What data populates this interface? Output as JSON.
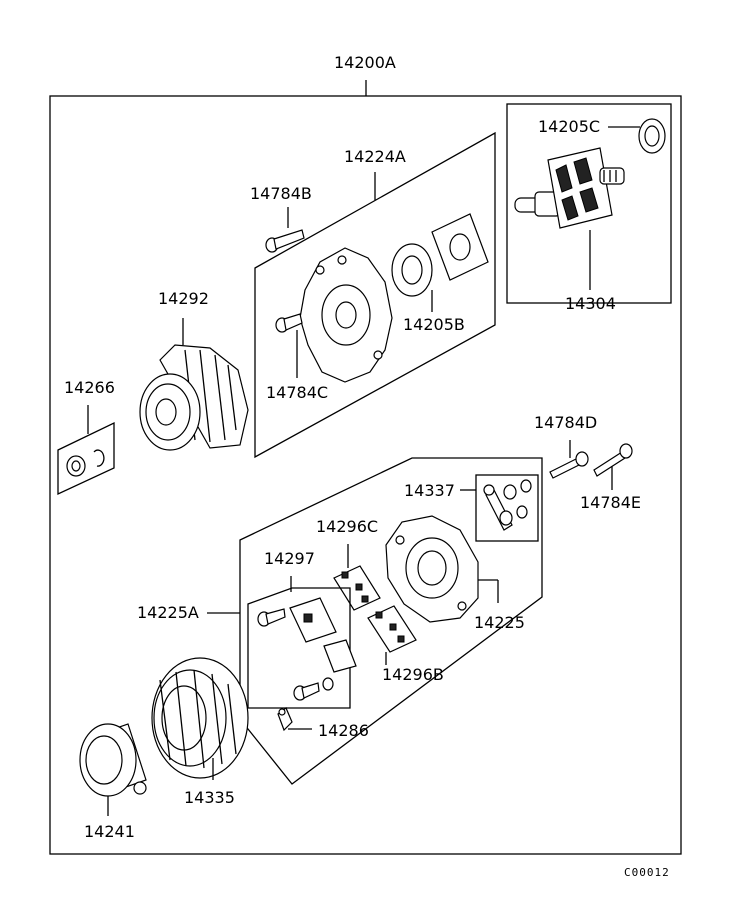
{
  "diagram": {
    "assembly_label": "14200A",
    "image_code": "C00012",
    "labels": {
      "p14205C": "14205C",
      "p14224A": "14224A",
      "p14784B": "14784B",
      "p14292": "14292",
      "p14205B": "14205B",
      "p14784C": "14784C",
      "p14304": "14304",
      "p14266": "14266",
      "p14784D": "14784D",
      "p14784E": "14784E",
      "p14337": "14337",
      "p14296C": "14296C",
      "p14297": "14297",
      "p14225A": "14225A",
      "p14225": "14225",
      "p14296B": "14296B",
      "p14286": "14286",
      "p14335": "14335",
      "p14241": "14241"
    }
  }
}
